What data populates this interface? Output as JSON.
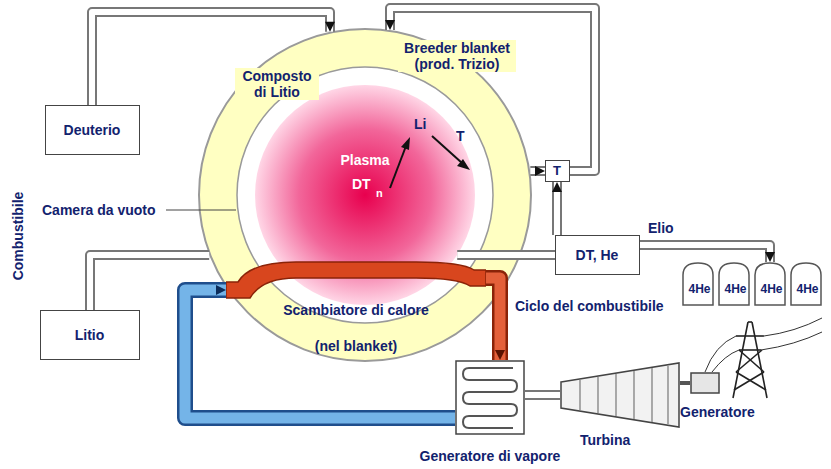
{
  "diagram": {
    "nodes": [
      {
        "text": [
          "Composto di Litio",
          "Breeder blanket (prod. Trizio)"
        ]
      },
      {
        "text": [
          "Plasma",
          "DT",
          "n"
        ],
        "in": 0
      },
      {
        "text": [
          "Deuterio"
        ]
      },
      {
        "text": [
          "Litio"
        ]
      },
      {
        "text": [
          "T"
        ]
      },
      {
        "text": [
          "DT, He"
        ]
      },
      {
        "text": [
          "Scambiatore di calore",
          "(nel blanket)"
        ]
      },
      {
        "text": [
          "Generatore di vapore"
        ]
      },
      {
        "text": [
          "Turbina"
        ]
      },
      {
        "text": [
          "Generatore"
        ]
      },
      {
        "text": [
          "4He"
        ]
      },
      {
        "text": [
          "4He"
        ]
      },
      {
        "text": [
          "4He"
        ]
      },
      {
        "text": [
          "4He"
        ]
      }
    ],
    "edges": [
      {
        "from": 2,
        "to": 0,
        "arrow": "to"
      },
      {
        "from": 3,
        "to": 0,
        "arrow": "none"
      },
      {
        "from": 0,
        "to": 4,
        "arrow": "to"
      },
      {
        "from": 4,
        "to": 0,
        "arrow": "to"
      },
      {
        "from": 5,
        "to": 4,
        "arrow": "to"
      },
      {
        "from": 1,
        "to": 5,
        "arrow": "none"
      },
      {
        "from": 5,
        "to": 12,
        "label": "Elio",
        "arrow": "to"
      },
      {
        "from": 6,
        "to": 7,
        "arrow": "to"
      },
      {
        "from": 7,
        "to": 6,
        "arrow": "to"
      },
      {
        "from": 7,
        "to": 8,
        "arrow": "none"
      },
      {
        "from": 8,
        "to": 9,
        "arrow": "none"
      }
    ],
    "labels": [
      "Combustibile",
      "Camera da vuoto",
      "Li",
      "T",
      "Ciclo del combustibile"
    ]
  }
}
